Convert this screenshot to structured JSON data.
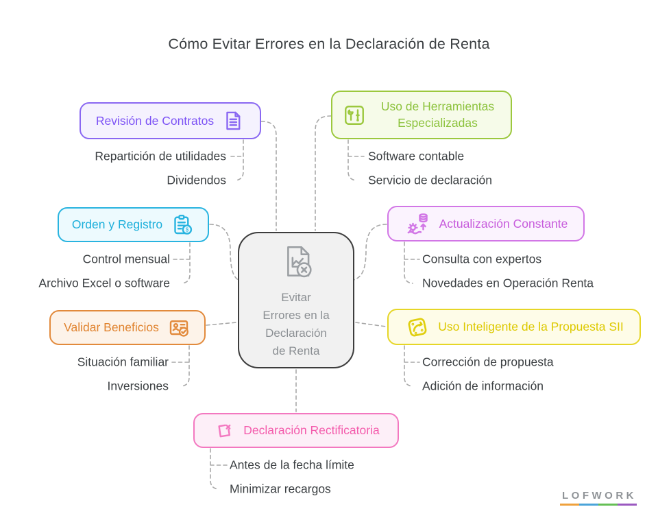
{
  "title": "Cómo Evitar Errores en la Declaración de Renta",
  "center": {
    "icon": "document-chart-error-icon",
    "lines": [
      "Evitar",
      "Errores en la",
      "Declaración",
      "de Renta"
    ]
  },
  "branches": [
    {
      "label": "Revisión de Contratos",
      "color": "#7c52f5",
      "icon": "document-lines-icon",
      "children": [
        "Repartición de utilidades",
        "Dividendos"
      ]
    },
    {
      "label": "Uso de Herramientas Especializadas",
      "color": "#8cc23c",
      "icon": "tools-icon",
      "children": [
        "Software contable",
        "Servicio de declaración"
      ]
    },
    {
      "label": "Orden y Registro",
      "color": "#1cafdb",
      "icon": "clipboard-dollar-icon",
      "children": [
        "Control mensual",
        "Archivo Excel o software"
      ]
    },
    {
      "label": "Actualización Constante",
      "color": "#c75bdc",
      "icon": "database-update-icon",
      "children": [
        "Consulta con expertos",
        "Novedades en Operación Renta"
      ]
    },
    {
      "label": "Validar Beneficios",
      "color": "#e0832f",
      "icon": "id-card-check-icon",
      "children": [
        "Situación familiar",
        "Inversiones"
      ]
    },
    {
      "label": "Uso Inteligente de la Propuesta SII",
      "color": "#ddc900",
      "icon": "stamp-arrow-icon",
      "children": [
        "Corrección de propuesta",
        "Adición de información"
      ]
    },
    {
      "label": "Declaración Rectificatoria",
      "color": "#f45cac",
      "icon": "document-x-icon",
      "children": [
        "Antes de la fecha límite",
        "Minimizar recargos"
      ]
    }
  ],
  "connector_color": "#a8a8a8",
  "footer": {
    "logo": "LOFWORK",
    "underline_colors": [
      "#efa13d",
      "#4aa4d9",
      "#65bf55",
      "#9b59c0"
    ]
  }
}
